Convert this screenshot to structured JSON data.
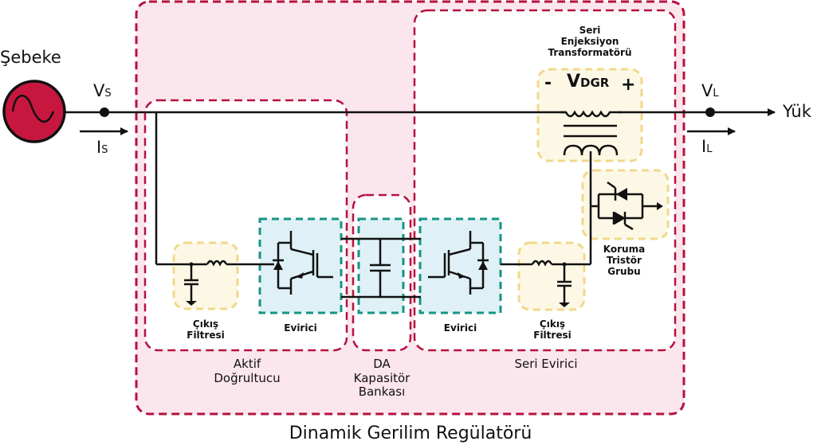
{
  "title": "Dinamik Gerilim Regülatörü",
  "source": {
    "label": "Şebeke",
    "icon": "ac-source-icon"
  },
  "load": {
    "label": "Yük"
  },
  "measurements": {
    "source_voltage": {
      "main": "V",
      "sub": "S"
    },
    "source_current": {
      "main": "I",
      "sub": "S"
    },
    "load_voltage": {
      "main": "V",
      "sub": "L"
    },
    "load_current": {
      "main": "I",
      "sub": "L"
    }
  },
  "transformer": {
    "label": [
      "Seri",
      "Enjeksiyon",
      "Transformatörü"
    ],
    "voltage": {
      "main": "V",
      "sub": "DGR"
    },
    "minus": "-",
    "plus": "+"
  },
  "blocks": {
    "active_rectifier": {
      "label": [
        "Aktif",
        "Doğrultucu"
      ]
    },
    "dc_capacitor_bank": {
      "label": [
        "DA",
        "Kapasitör",
        "Bankası"
      ]
    },
    "series_inverter": {
      "label": "Seri Evirici"
    },
    "left_filter": {
      "label": [
        "Çıkış",
        "Filtresi"
      ]
    },
    "left_inverter": {
      "label": "Evirici"
    },
    "right_inverter": {
      "label": "Evirici"
    },
    "right_filter": {
      "label": [
        "Çıkış",
        "Filtresi"
      ]
    },
    "thyristor_group": {
      "label": [
        "Koruma",
        "Tristör",
        "Grubu"
      ]
    }
  },
  "colors": {
    "dgr_border": "#b5123e",
    "dgr_fill": "#fce6ee",
    "source_fill": "#c8173f",
    "filter_border": "#f0d98a",
    "filter_fill": "#fdf8e6",
    "inverter_border": "#179486",
    "inverter_fill": "#dff1f6",
    "wire": "#111111"
  }
}
